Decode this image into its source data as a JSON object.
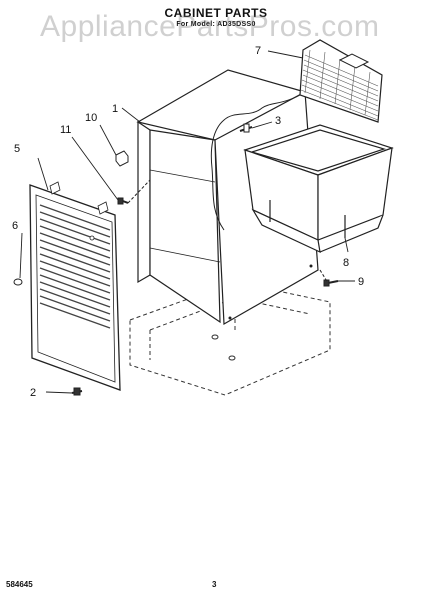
{
  "header": {
    "title": "CABINET PARTS",
    "subtitle": "For Model: AD35DSS0"
  },
  "watermark": {
    "text": "AppliancePartsPros.com"
  },
  "callouts": [
    {
      "id": "1",
      "label": "1"
    },
    {
      "id": "2",
      "label": "2"
    },
    {
      "id": "3",
      "label": "3"
    },
    {
      "id": "5",
      "label": "5"
    },
    {
      "id": "6",
      "label": "6"
    },
    {
      "id": "7",
      "label": "7"
    },
    {
      "id": "8",
      "label": "8"
    },
    {
      "id": "9",
      "label": "9"
    },
    {
      "id": "10",
      "label": "10"
    },
    {
      "id": "11",
      "label": "11"
    }
  ],
  "footer": {
    "doc_number": "584645",
    "page_number": "3"
  }
}
